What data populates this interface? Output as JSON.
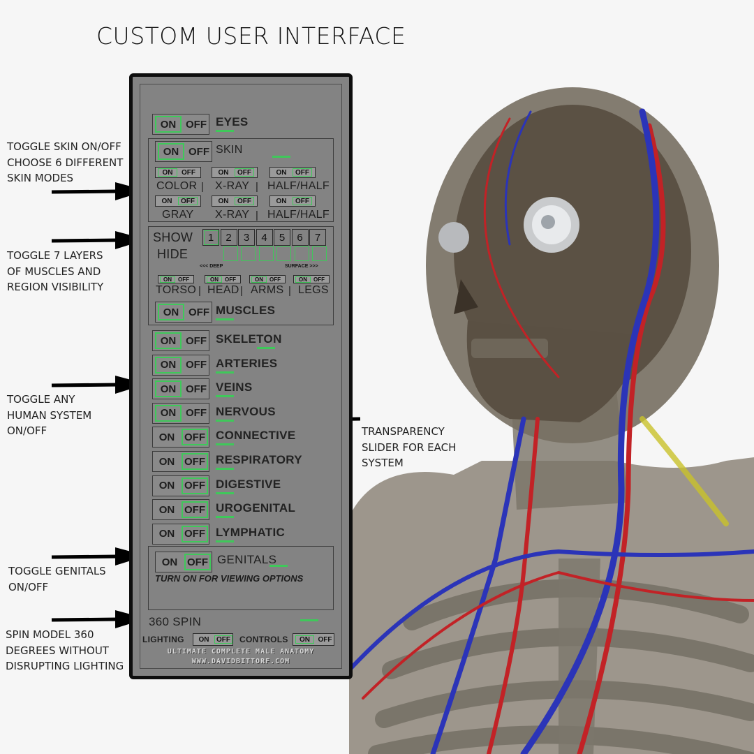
{
  "title": "CUSTOM USER INTERFACE",
  "annotations": {
    "skin": "TOGGLE SKIN ON/OFF\nCHOOSE 6 DIFFERENT\nSKIN MODES",
    "layers": "TOGGLE 7 LAYERS\nOF MUSCLES AND\nREGION VISIBILITY",
    "systems": "TOGGLE ANY\nHUMAN SYSTEM\nON/OFF",
    "transparency": "TRANSPARENCY\nSLIDER FOR EACH\nSYSTEM",
    "genitals": "TOGGLE GENITALS\nON/OFF",
    "spin": "SPIN MODEL 360\nDEGREES WITHOUT\nDISRUPTING LIGHTING"
  },
  "toggle": {
    "on": "ON",
    "off": "OFF"
  },
  "eyes": {
    "label": "EYES",
    "state": "on"
  },
  "skin": {
    "label": "SKIN",
    "state": "on",
    "modes_row1": [
      "COLOR",
      "X-RAY",
      "HALF/HALF"
    ],
    "modes_row2": [
      "GRAY",
      "X-RAY",
      "HALF/HALF"
    ],
    "sep": "|"
  },
  "muscles": {
    "show": "SHOW",
    "hide": "HIDE",
    "layers": [
      "1",
      "2",
      "3",
      "4",
      "5",
      "6",
      "7"
    ],
    "deep": "<<< DEEP",
    "surface": "SURFACE >>>",
    "regions": [
      "TORSO",
      "HEAD",
      "ARMS",
      "LEGS"
    ],
    "label": "MUSCLES",
    "state": "on"
  },
  "systems": [
    {
      "label": "SKELETON",
      "state": "on"
    },
    {
      "label": "ARTERIES",
      "state": "on"
    },
    {
      "label": "VEINS",
      "state": "on"
    },
    {
      "label": "NERVOUS",
      "state": "on"
    },
    {
      "label": "CONNECTIVE",
      "state": "off"
    },
    {
      "label": "RESPIRATORY",
      "state": "off"
    },
    {
      "label": "DIGESTIVE",
      "state": "off"
    },
    {
      "label": "UROGENITAL",
      "state": "off"
    },
    {
      "label": "LYMPHATIC",
      "state": "off"
    }
  ],
  "genitals": {
    "label": "GENITALS",
    "state": "off",
    "hint": "TURN ON FOR VIEWING OPTIONS"
  },
  "spin": {
    "label": "360 SPIN"
  },
  "lighting": {
    "label": "LIGHTING",
    "state": "off"
  },
  "controls": {
    "label": "CONTROLS",
    "state": "on"
  },
  "footer": {
    "line1": "ULTIMATE COMPLETE MALE ANATOMY",
    "line2": "WWW.DAVIDBITTORF.COM"
  }
}
